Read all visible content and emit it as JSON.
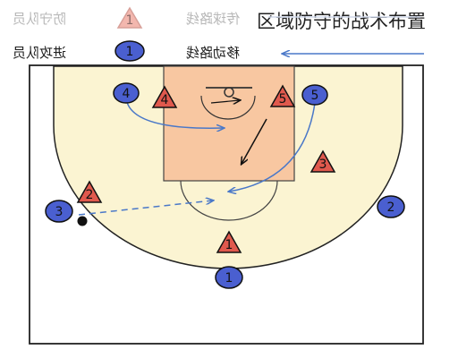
{
  "title": "区域防守的战术布置",
  "legend": {
    "defender": {
      "label": "防守队员",
      "symbol": "1"
    },
    "pass_line": {
      "label": "传球路线"
    },
    "attacker": {
      "label": "进攻队员",
      "symbol": "1"
    },
    "move_line": {
      "label": "移动路线"
    }
  },
  "players": {
    "attackers": [
      {
        "id": "attacker-4",
        "label": "4"
      },
      {
        "id": "attacker-5",
        "label": "5"
      },
      {
        "id": "attacker-3",
        "label": "3"
      },
      {
        "id": "attacker-2",
        "label": "2"
      },
      {
        "id": "attacker-1",
        "label": "1"
      }
    ],
    "defenders": [
      {
        "id": "defender-4",
        "label": "4"
      },
      {
        "id": "defender-5",
        "label": "5"
      },
      {
        "id": "defender-3",
        "label": "3"
      },
      {
        "id": "defender-2",
        "label": "2"
      },
      {
        "id": "defender-1",
        "label": "1"
      }
    ]
  },
  "colors": {
    "court_bg": "#fbf4d2",
    "paint": "#f8c7a1",
    "attacker_fill": "#4a5fd0",
    "defender_fill": "#e0594d",
    "move_line": "#4a78c8",
    "ink": "#111111"
  }
}
